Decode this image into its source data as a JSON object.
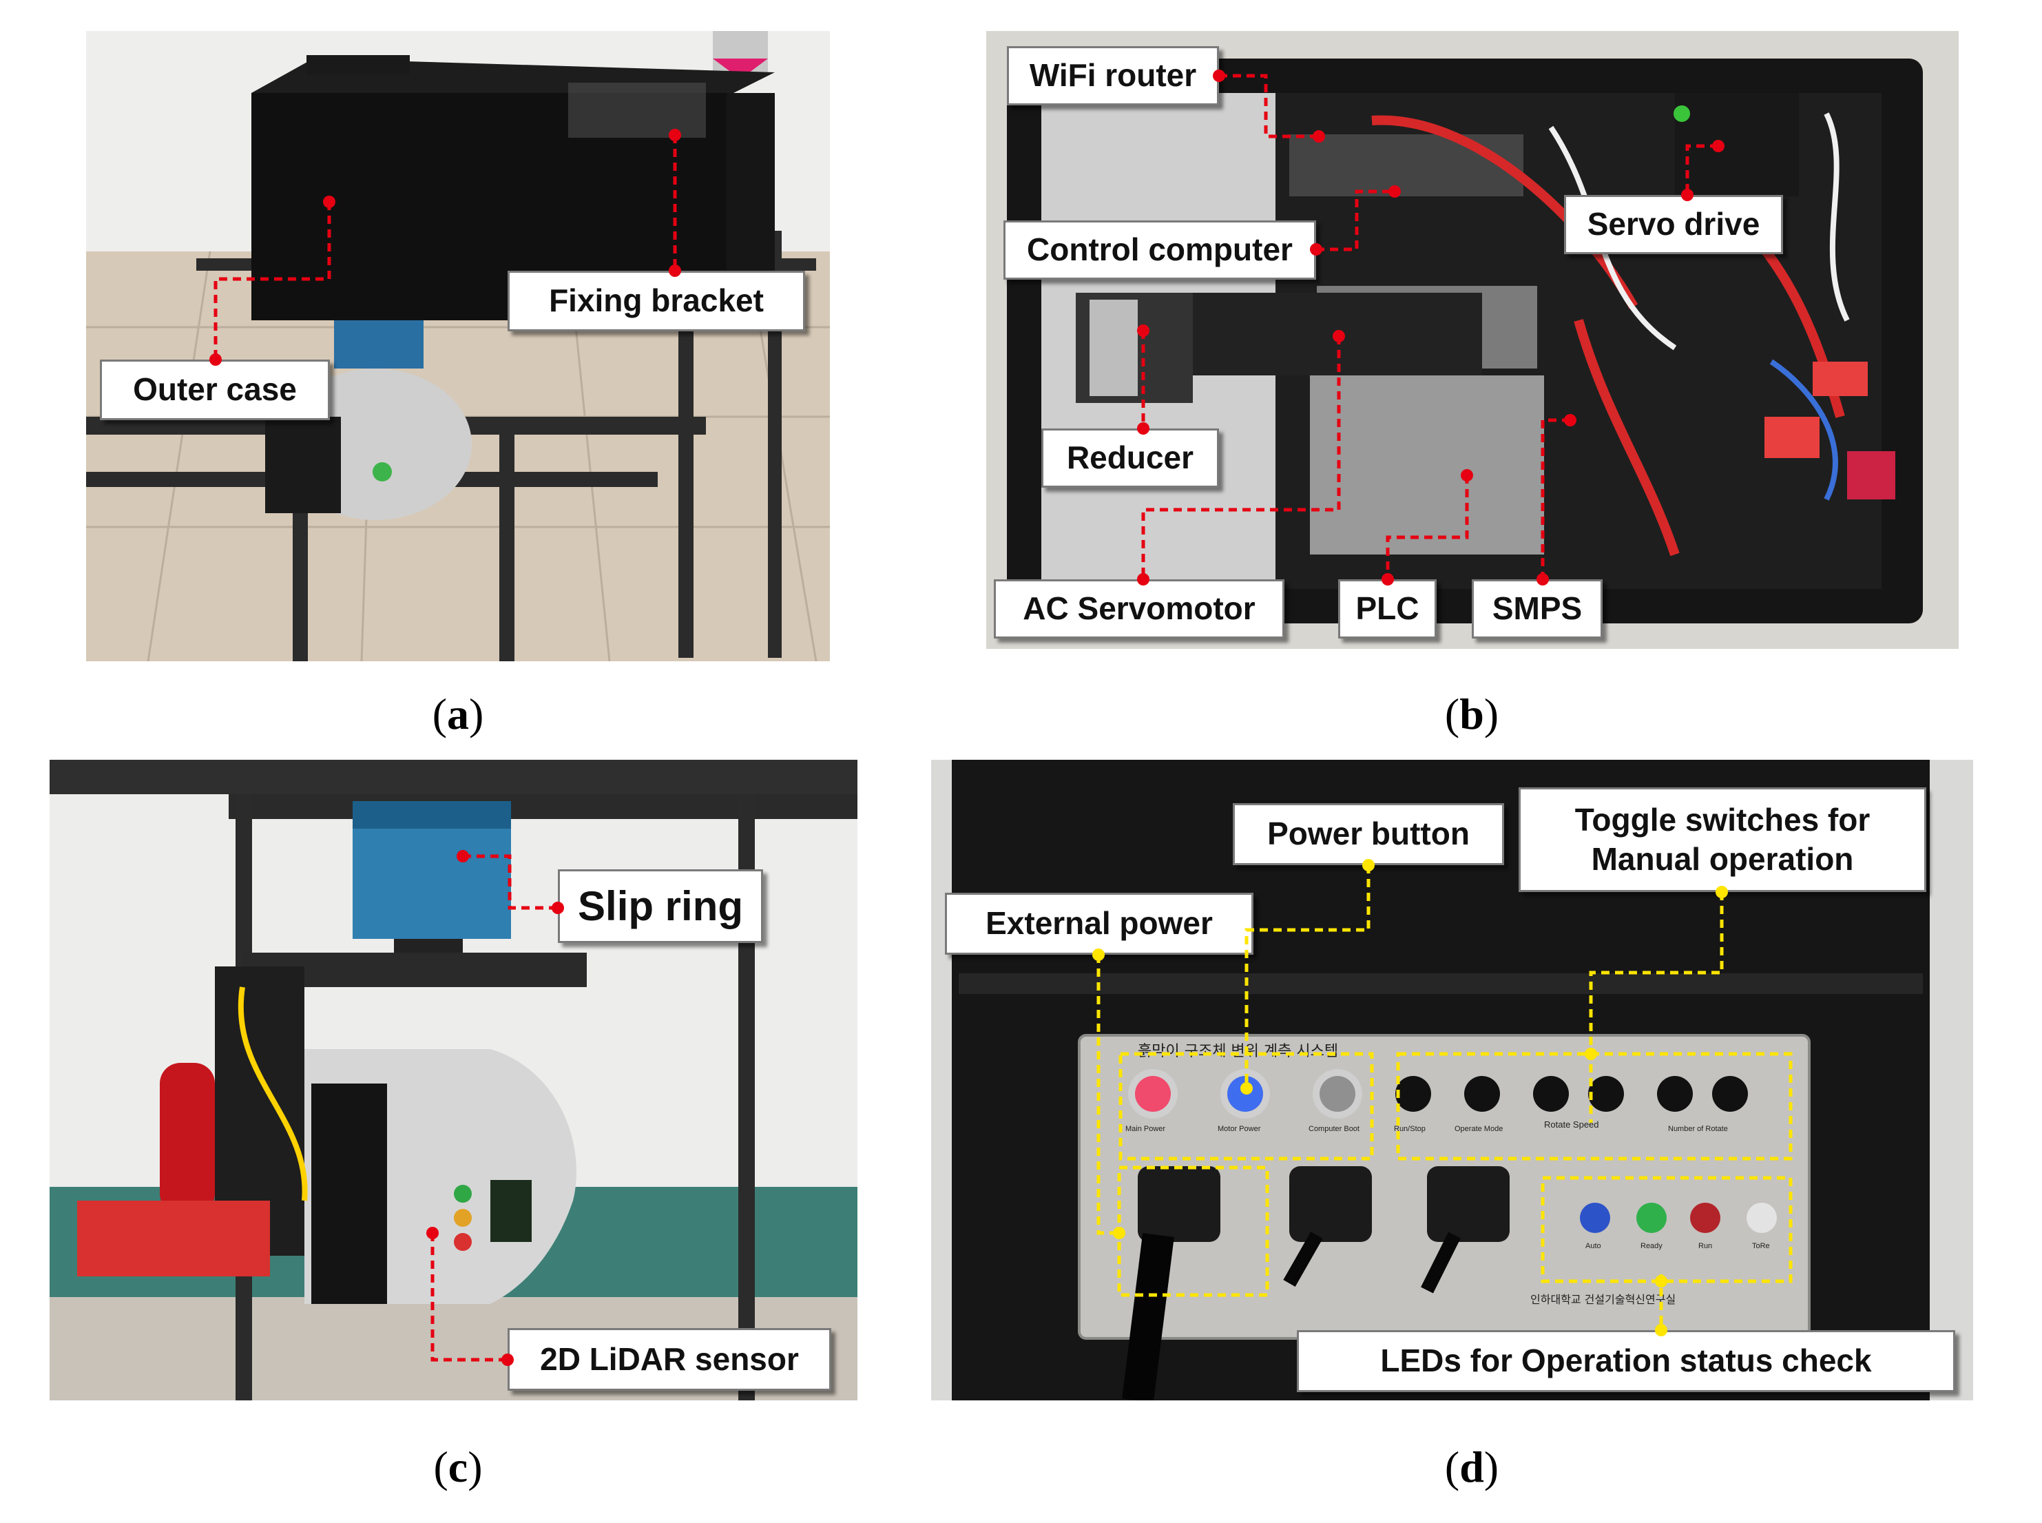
{
  "colors": {
    "leader_red": "#e60012",
    "leader_yellow": "#ffe500",
    "callout_border": "#7a7a7a"
  },
  "panels": {
    "a": {
      "label_open": "(",
      "label_letter": "a",
      "label_close": ")",
      "callouts": {
        "outer_case": "Outer case",
        "fixing_bracket": "Fixing bracket"
      }
    },
    "b": {
      "label_open": "(",
      "label_letter": "b",
      "label_close": ")",
      "callouts": {
        "wifi_router": "WiFi router",
        "servo_drive": "Servo drive",
        "control_computer": "Control computer",
        "reducer": "Reducer",
        "ac_servomotor": "AC Servomotor",
        "plc": "PLC",
        "smps": "SMPS"
      }
    },
    "c": {
      "label_open": "(",
      "label_letter": "c",
      "label_close": ")",
      "callouts": {
        "slip_ring": "Slip ring",
        "lidar": "2D LiDAR sensor"
      }
    },
    "d": {
      "label_open": "(",
      "label_letter": "d",
      "label_close": ")",
      "callouts": {
        "power_button": "Power button",
        "toggle_line1": "Toggle switches for",
        "toggle_line2": "Manual operation",
        "external_power": "External power",
        "leds": "LEDs for Operation status check"
      },
      "plate": {
        "title": "흙막이 구조체 변위 계측 시스템",
        "footer": "인하대학교 건설기술혁신연구실",
        "button_labels": [
          "Main Power",
          "Motor Power",
          "Computer Boot"
        ],
        "toggle_labels": [
          "Run/Stop",
          "Operate Mode",
          "Rotate Speed",
          "Number of Rotate"
        ],
        "led_labels": [
          "Auto",
          "Ready",
          "Run",
          "ToRe"
        ]
      }
    }
  }
}
